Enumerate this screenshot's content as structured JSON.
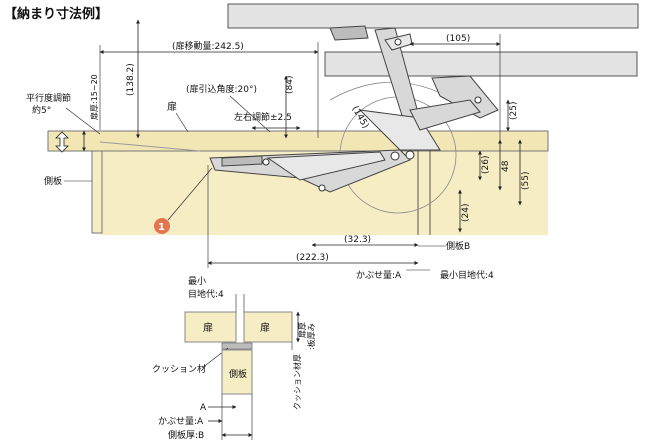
{
  "title": "【納まり寸法例】",
  "main": {
    "door_travel": "(扉移動量:242.5)",
    "dim_105": "(105)",
    "dim_138_2": "(138.2)",
    "dim_84": "(84)",
    "door_pull_angle": "(扉引込角度:20°)",
    "door_label": "扉",
    "left_right_adjust": "左右調節±2.5",
    "parallel_adjust_1": "平行度調節",
    "parallel_adjust_2": "約5°",
    "door_thickness": "扉厚:15~20",
    "dim_145": "(145)",
    "dim_25": "(25)",
    "dim_26": "(26)",
    "dim_48": "48",
    "dim_55": "(55)",
    "dim_24": "(24)",
    "side_panel": "側板",
    "dim_32_3": "(32.3)",
    "dim_222_3": "(222.3)",
    "side_panel_b": "側板B",
    "overlay_a": "かぶせ量:A",
    "min_gap": "最小目地代:4",
    "marker": "1"
  },
  "detail": {
    "min_gap_1": "最小",
    "min_gap_2": "目地代:4",
    "door_left": "扉",
    "door_right": "扉",
    "door_thick": "扉厚",
    "door_thick_b": ":板厚み",
    "cushion": "クッション材",
    "side_panel": "側板",
    "cushion_thick": "クッション材厚",
    "label_a": "A",
    "overlay_a": "かぶせ量:A",
    "panel_thick_b": "側板厚:B"
  },
  "colors": {
    "wood": "#f6edc4",
    "wood_edge": "#d9c9a0",
    "board": "#e3e3e3",
    "marker": "#e5754f"
  }
}
